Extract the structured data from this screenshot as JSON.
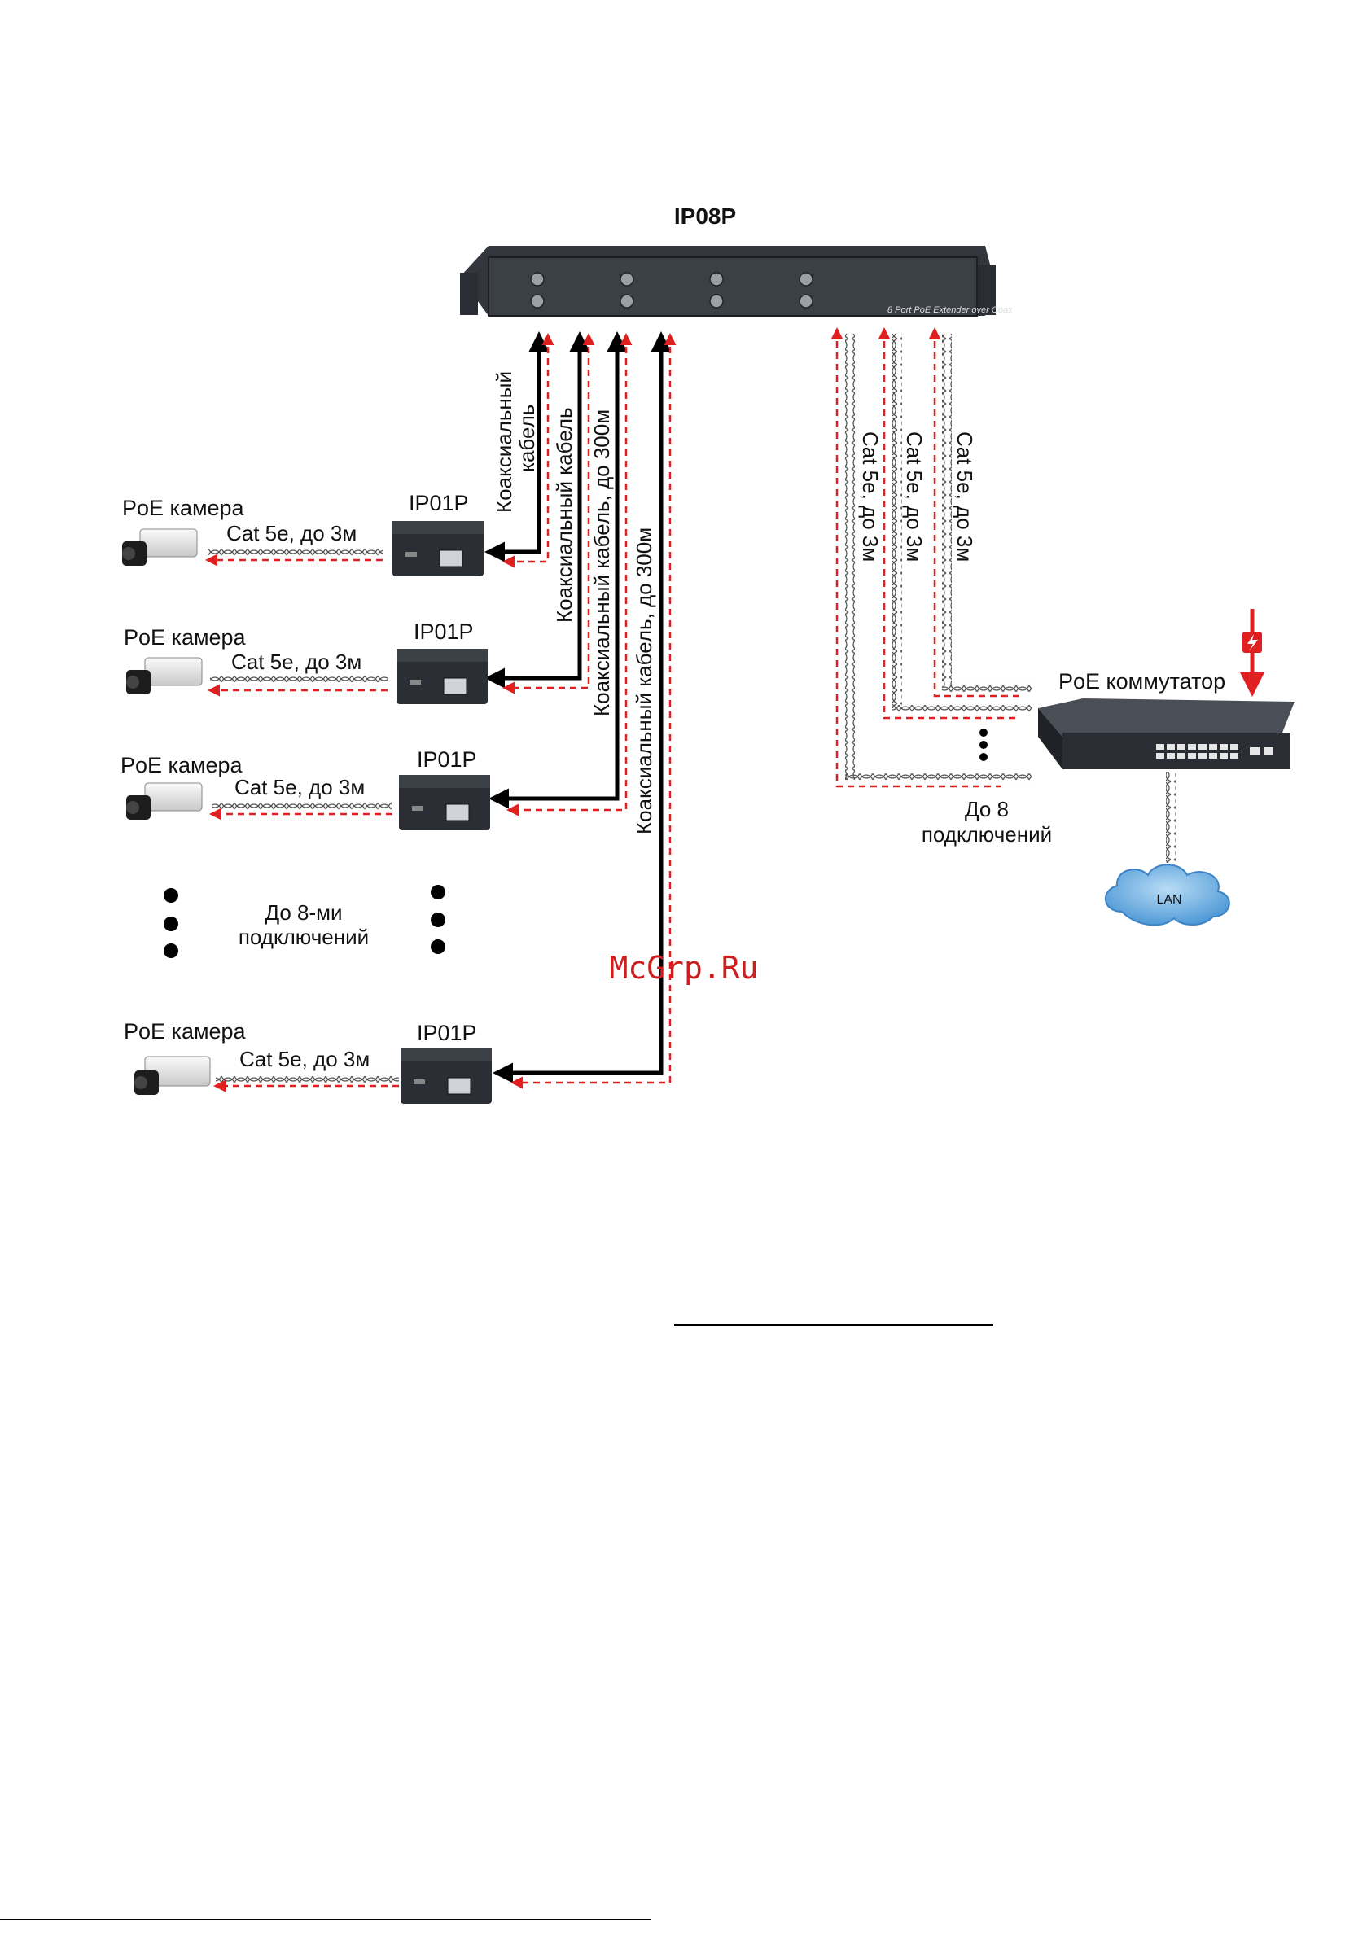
{
  "diagram": {
    "hub_title": "IP08P",
    "hub_front_text": "8 Port PoE Extender over Coax",
    "camera_label": "PoE камера",
    "receiver_label": "IP01P",
    "cat_label": "Cat 5e, до 3м",
    "coax_short": [
      "Коаксиальный",
      "кабель"
    ],
    "coax_long_1": "Коаксиальный кабель",
    "coax_long_2": "Коаксиальный кабель, до 300м",
    "up_to_8_cams": [
      "До 8-ми",
      "подключений"
    ],
    "switch_label": "PoE коммутатор",
    "up_to_8_switch": [
      "До 8",
      "подключений"
    ],
    "lan_label": "LAN",
    "watermark": "McGrp.Ru"
  },
  "colors": {
    "data_line": "#000000",
    "power_line": "#e02020",
    "device_body": "#2b2f35",
    "cloud": "#5aa0d8",
    "watermark": "#cc1e1e"
  },
  "icons": [
    "ip-camera-icon",
    "receiver-icon",
    "hub-icon",
    "switch-icon",
    "cloud-icon",
    "power-bolt-icon"
  ]
}
